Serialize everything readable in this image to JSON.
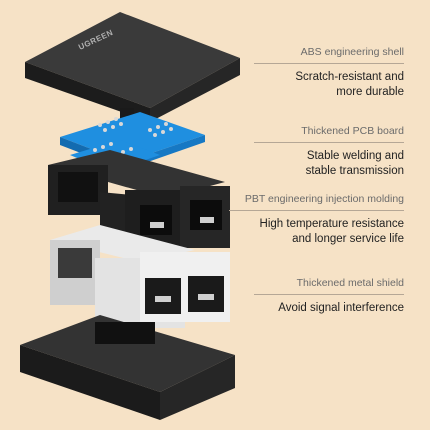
{
  "brand": {
    "logo_text": "UGREEN"
  },
  "callouts": [
    {
      "title": "ABS engineering shell",
      "lines": [
        "Scratch-resistant and",
        "more durable"
      ]
    },
    {
      "title": "Thickened PCB board",
      "lines": [
        "Stable welding and",
        "stable transmission"
      ]
    },
    {
      "title": "PBT engineering injection molding",
      "lines": [
        "High temperature resistance",
        "and longer service life"
      ]
    },
    {
      "title": "Thickened metal shield",
      "lines": [
        "Avoid signal interference"
      ]
    }
  ],
  "colors": {
    "background": "#f6e2c6",
    "pcb": "#1f8fe0",
    "shell": "#2a2a2a",
    "metal": "#d9d9d9"
  }
}
